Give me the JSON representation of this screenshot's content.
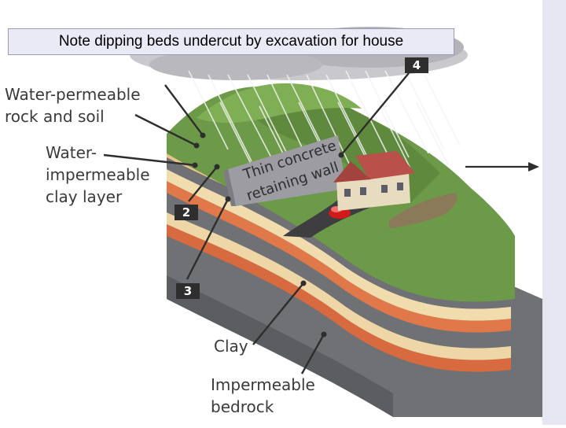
{
  "note": "Note dipping beds undercut by excavation for house",
  "labels": {
    "permeable_line1": "Water-permeable",
    "permeable_line2": "rock and soil",
    "impermeable_line1": "Water-",
    "impermeable_line2": "impermeable",
    "impermeable_line3": "clay layer",
    "clay": "Clay",
    "bedrock_line1": "Impermeable",
    "bedrock_line2": "bedrock",
    "wall_line1": "Thin concrete",
    "wall_line2": "retaining wall"
  },
  "markers": [
    "2",
    "3",
    "4"
  ],
  "colors": {
    "grass": "#6d9a48",
    "soil": "#e8c48a",
    "clay": "#d76a3e",
    "bedrock": "#6f7175",
    "wall": "#9c9ca2",
    "house": "#e8dcc0",
    "roof": "#b9514a",
    "car": "#d11a1a",
    "sidebar": "#e6e6f3"
  }
}
